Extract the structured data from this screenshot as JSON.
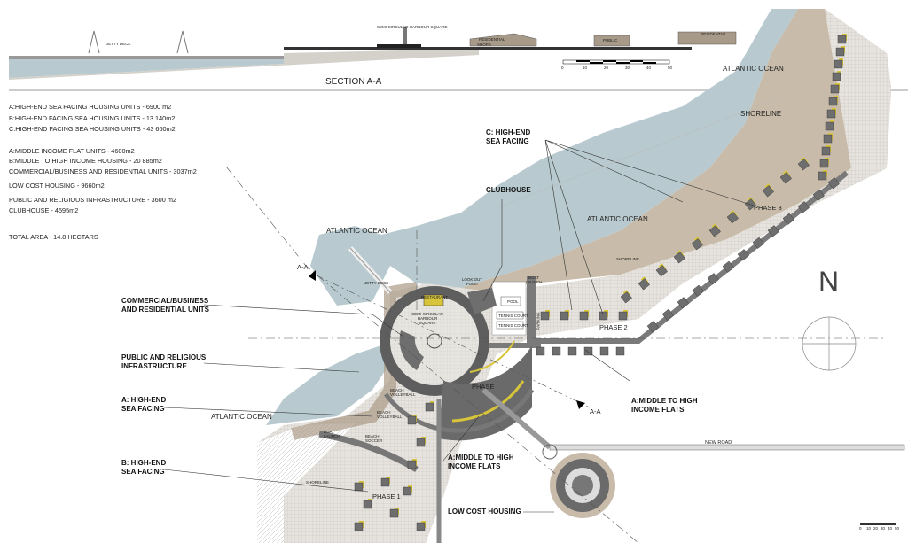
{
  "section": {
    "title": "SECTION A-A",
    "labels": {
      "jetty": "JETTY DECK",
      "square": "SEMI-CIRCULAR HARBOUR SQUARE",
      "residential1": "RESIDENTIAL",
      "shops": "SHOPS",
      "public": "PUBLIC",
      "residential2": "RESIDENTIAL"
    },
    "scale_ticks": [
      "0",
      "10",
      "20",
      "30",
      "40",
      "50"
    ]
  },
  "legend": [
    "A:HIGH-END SEA FACING HOUSING UNITS - 6900 m2",
    "B:HIGH-END FACING SEA HOUSING UNITS - 13 140m2",
    "C:HIGH-END FACING SEA HOUSING UNITS - 43 660m2",
    "A:MIDDLE INCOME FLAT UNITS - 4600m2",
    "B:MIDDLE TO HIGH INCOME HOUSING - 20 885m2",
    "COMMERCIAL/BUSINESS AND RESIDENTIAL UNITS - 3037m2",
    "LOW COST HOUSING - 9660m2",
    "PUBLIC AND RELIGIOUS INFRASTRUCTURE - 3600 m2",
    "CLUBHOUSE - 4595m2",
    "TOTAL  AREA - 14.8 HECTARS"
  ],
  "plan": {
    "ocean": "ATLANTIC OCEAN",
    "shoreline": "SHORELINE",
    "shoreline_small": "SHORELINE",
    "north": "N",
    "section_marker": "A-A",
    "new_road": "NEW ROAD",
    "callouts": {
      "c_high_end": "C: HIGH-END SEA FACING",
      "clubhouse": "CLUBHOUSE",
      "commercial": "COMMERCIAL/BUSINESS AND RESIDENTIAL UNITS",
      "public": "PUBLIC AND RELIGIOUS INFRASTRUCTURE",
      "a_high_end": "A: HIGH-END SEA FACING",
      "b_high_end": "B: HIGH-END SEA FACING",
      "flats_right": "A:MIDDLE TO HIGH INCOME FLATS",
      "flats_bottom": "A:MIDDLE TO HIGH INCOME FLATS",
      "low_cost": "LOW COST HOUSING"
    },
    "small": {
      "jetty": "JETTY DECK",
      "restaurant": "RESTAURANT",
      "square": "SEMI-CIRCULAR HARBOUR SQUARE",
      "lookout": "LOOK OUT POINT",
      "boat_launch": "BOAT LAUNCH",
      "pool": "POOL",
      "tennis1": "TENNIS COURT",
      "tennis2": "TENNIS COURT",
      "parking": "PARKING",
      "volley1": "BEACH VOLLEYBALL",
      "volley2": "BEACH VOLLEYBALL",
      "soccer": "BEACH SOCCER",
      "boat_launch2": "BOAT LAUNCH",
      "phase1": "PHASE 1",
      "phase2": "PHASE 2",
      "phase3": "PHASE 3",
      "phase": "PHASE"
    },
    "scale_ticks": [
      "0",
      "10",
      "20",
      "30",
      "40",
      "50"
    ]
  },
  "colors": {
    "water": "#b8cacf",
    "land": "#c8bba9",
    "building": "#6e6e6e",
    "yellow": "#d8c43a",
    "road": "#8a8a8a"
  }
}
